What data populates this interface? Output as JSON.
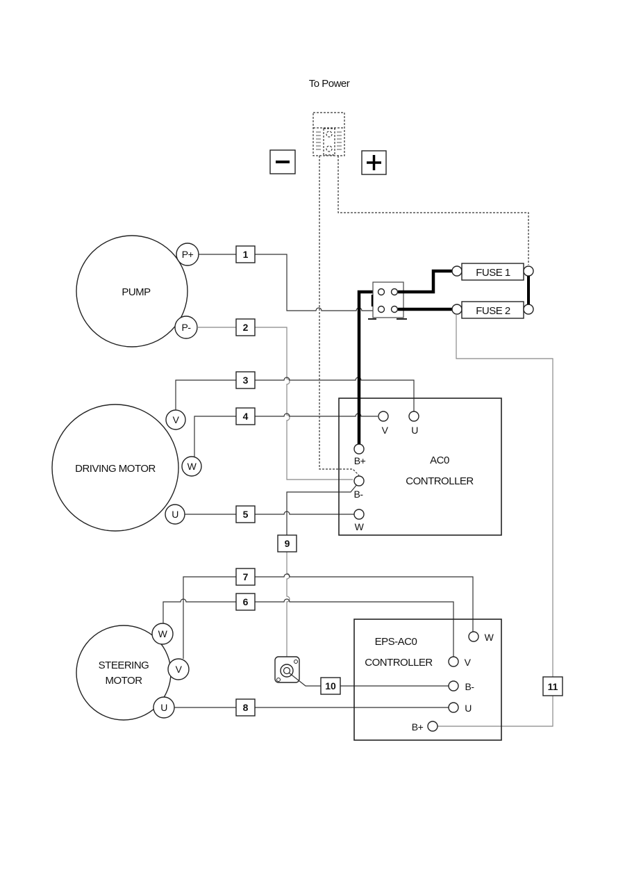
{
  "title": "To Power",
  "power": {
    "minus_symbol": "−",
    "plus_symbol": "+"
  },
  "components": {
    "pump": {
      "label": "PUMP",
      "terminals": [
        "P+",
        "P-"
      ]
    },
    "driving_motor": {
      "label": "DRIVING MOTOR",
      "terminals": [
        "V",
        "W",
        "U"
      ]
    },
    "steering_motor": {
      "label_line1": "STEERING",
      "label_line2": "MOTOR",
      "terminals": [
        "W",
        "V",
        "U"
      ]
    },
    "ac0_controller": {
      "label_line1": "AC0",
      "label_line2": "CONTROLLER",
      "terminals": [
        "V",
        "U",
        "B+",
        "B-",
        "W"
      ]
    },
    "eps_controller": {
      "label_line1": "EPS-AC0",
      "label_line2": "CONTROLLER",
      "terminals": [
        "W",
        "V",
        "B-",
        "U",
        "B+"
      ]
    },
    "fuse1": {
      "label": "FUSE 1"
    },
    "fuse2": {
      "label": "FUSE 2"
    }
  },
  "wire_numbers": [
    "1",
    "2",
    "3",
    "4",
    "5",
    "6",
    "7",
    "8",
    "9",
    "10",
    "11"
  ]
}
